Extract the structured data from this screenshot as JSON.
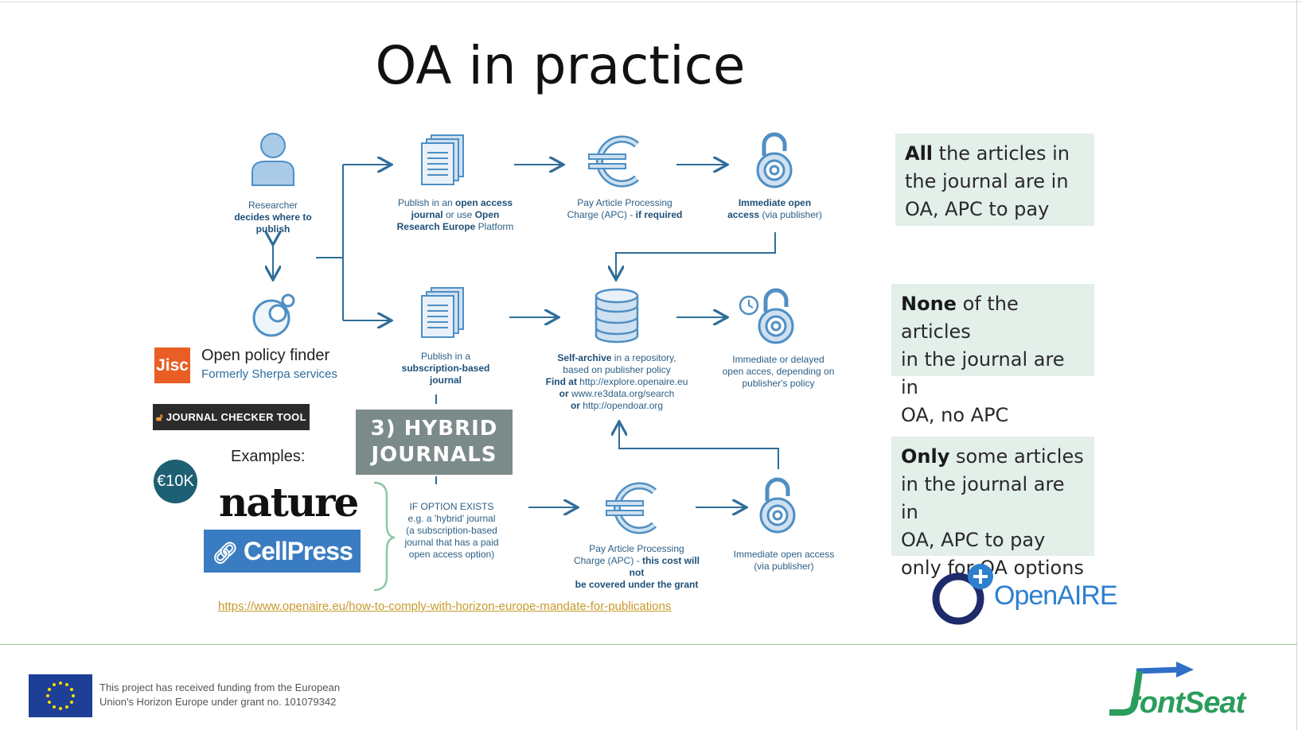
{
  "title": "OA in practice",
  "flow": {
    "researcher": {
      "l1": "Researcher",
      "l2": "decides where to",
      "l3": "publish"
    },
    "oa_journal": {
      "l1_pre": "Publish in an ",
      "l1_b": "open access",
      "l2_b1": "journal",
      "l2_mid": " or use ",
      "l2_b2": "Open",
      "l3_b": "Research Europe",
      "l3_post": " Platform"
    },
    "apc_top": {
      "l1": "Pay Article Processing",
      "l2_pre": "Charge (APC) - ",
      "l2_b": "if required"
    },
    "immediate_top": {
      "l1": "Immediate open",
      "l2_b": "access",
      "l2_post": " (via publisher)"
    },
    "subscription": {
      "l1": "Publish in a",
      "l2": "subscription-based",
      "l3": "journal"
    },
    "self_archive": {
      "l1_b": "Self-archive",
      "l1_post": " in a repository,",
      "l2": "based on publisher policy",
      "l3_b": "Find at",
      "l3_post": " http://explore.openaire.eu",
      "l4_b": "or",
      "l4_post": " www.re3data.org/search",
      "l5_b": "or",
      "l5_post": " http://opendoar.org"
    },
    "delayed": {
      "l1": "Immediate or delayed",
      "l2": "open acces, depending on",
      "l3": "publisher's policy"
    },
    "option": {
      "l1": "IF OPTION EXISTS",
      "l2": "e.g. a 'hybrid' journal",
      "l3": "(a subscription-based",
      "l4": "journal that has a paid",
      "l5": "open access option)"
    },
    "apc_bottom": {
      "l1": "Pay Article Processing",
      "l2_pre": "Charge (APC) - ",
      "l2_b": "this cost will not",
      "l3_b": "be covered under the grant"
    },
    "immediate_bottom": {
      "l1": "Immediate open access",
      "l2": "(via publisher)"
    }
  },
  "hybrid": {
    "l1": "3) HYBRID",
    "l2": "JOURNALS"
  },
  "boxes": {
    "all": {
      "b": "All",
      "t1": " the articles in",
      "t2": "the journal are in",
      "t3": "OA, APC to pay"
    },
    "none": {
      "b": "None",
      "t1": " of the articles",
      "t2": "in the journal are in",
      "t3": "OA, no APC"
    },
    "only": {
      "b": "Only",
      "t1": " some articles",
      "t2": "in the journal are in",
      "t3": "OA, APC to pay",
      "t4": "only for OA options"
    }
  },
  "left": {
    "jisc": "Jisc",
    "open_policy_finder": "Open policy finder",
    "formerly": "Formerly Sherpa services",
    "journal_checker": "JOURNAL CHECKER TOOL",
    "examples": "Examples:",
    "ten_k": "€10K",
    "nature": "nature",
    "cellpress": "CellPress"
  },
  "link": "https://www.openaire.eu/how-to-comply-with-horizon-europe-mandate-for-publications",
  "footer": {
    "funding_l1": "This project has received funding from the European",
    "funding_l2": "Union's Horizon Europe under grant no. 101079342",
    "openaire": "OpenAIRE",
    "frontseat": "rontSeat"
  },
  "colors": {
    "icon_blue": "#4f8fc4",
    "arrow_blue": "#2f6d99",
    "box_green": "#e3efe9",
    "hybrid_grey": "#7b8b8a"
  }
}
